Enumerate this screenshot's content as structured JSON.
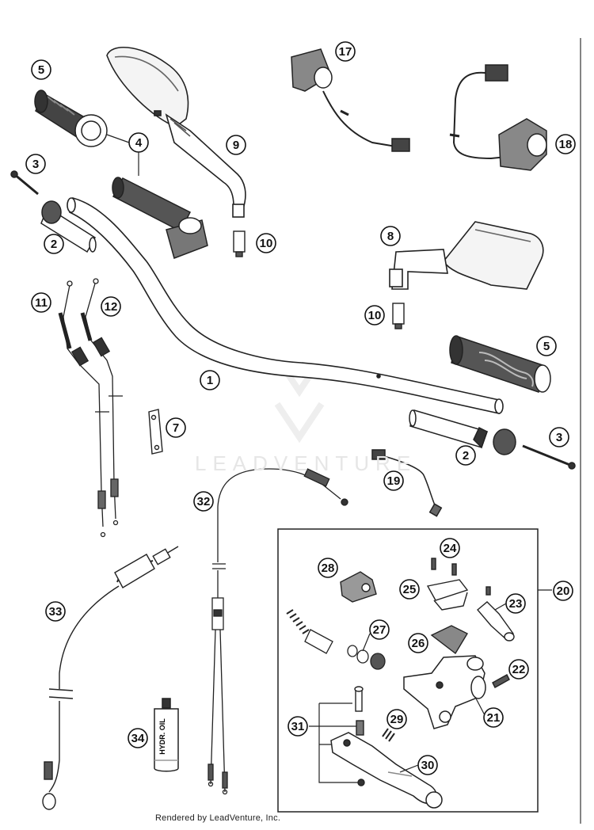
{
  "parts": [
    {
      "id": "part-1",
      "num": "1"
    },
    {
      "id": "part-2-left",
      "num": "2"
    },
    {
      "id": "part-2-right",
      "num": "2"
    },
    {
      "id": "part-3-left",
      "num": "3"
    },
    {
      "id": "part-3-right",
      "num": "3"
    },
    {
      "id": "part-4",
      "num": "4"
    },
    {
      "id": "part-5-left",
      "num": "5"
    },
    {
      "id": "part-5-right",
      "num": "5"
    },
    {
      "id": "part-7",
      "num": "7"
    },
    {
      "id": "part-8",
      "num": "8"
    },
    {
      "id": "part-9",
      "num": "9"
    },
    {
      "id": "part-10-left",
      "num": "10"
    },
    {
      "id": "part-10-right",
      "num": "10"
    },
    {
      "id": "part-11",
      "num": "11"
    },
    {
      "id": "part-12",
      "num": "12"
    },
    {
      "id": "part-17",
      "num": "17"
    },
    {
      "id": "part-18",
      "num": "18"
    },
    {
      "id": "part-19",
      "num": "19"
    },
    {
      "id": "part-20",
      "num": "20"
    },
    {
      "id": "part-21",
      "num": "21"
    },
    {
      "id": "part-22",
      "num": "22"
    },
    {
      "id": "part-23",
      "num": "23"
    },
    {
      "id": "part-24",
      "num": "24"
    },
    {
      "id": "part-25",
      "num": "25"
    },
    {
      "id": "part-26",
      "num": "26"
    },
    {
      "id": "part-27",
      "num": "27"
    },
    {
      "id": "part-28",
      "num": "28"
    },
    {
      "id": "part-29",
      "num": "29"
    },
    {
      "id": "part-30",
      "num": "30"
    },
    {
      "id": "part-31",
      "num": "31"
    },
    {
      "id": "part-32",
      "num": "32"
    },
    {
      "id": "part-33",
      "num": "33"
    },
    {
      "id": "part-34",
      "num": "34"
    }
  ],
  "oil_bottle_label": "HYDR. OIL",
  "watermark": "LEADVENTURE",
  "credit": "Rendered by LeadVenture, Inc."
}
